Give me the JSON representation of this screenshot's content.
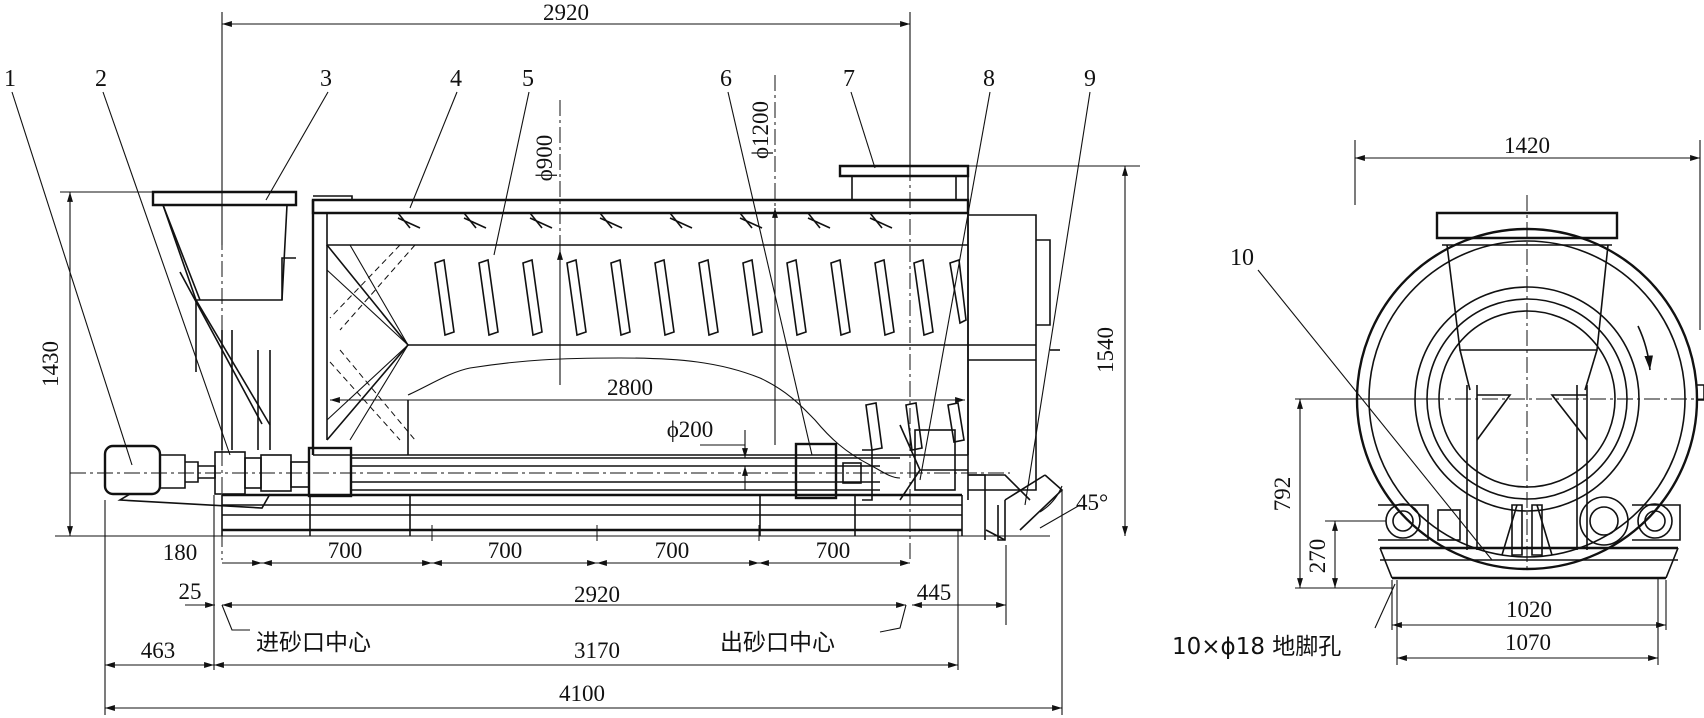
{
  "front_view": {
    "top_dim": "2920",
    "part_labels": [
      "1",
      "2",
      "3",
      "4",
      "5",
      "6",
      "7",
      "8",
      "9"
    ],
    "height_left": "1430",
    "height_right": "1540",
    "dia_inner": "ϕ900",
    "dia_outer": "ϕ1200",
    "inner_length": "2800",
    "dia_pipe": "ϕ200",
    "angle": "45°",
    "segments": [
      "700",
      "700",
      "700",
      "700"
    ],
    "seg_offset": "180",
    "offset_25": "25",
    "mid_2920": "2920",
    "offset_445": "445",
    "offset_463": "463",
    "len_3170": "3170",
    "total_4100": "4100",
    "inlet_center": "进砂口中心",
    "outlet_center": "出砂口中心"
  },
  "side_view": {
    "width_top": "1420",
    "part_label": "10",
    "h_792": "792",
    "h_270": "270",
    "w_1020": "1020",
    "w_1070": "1070",
    "anchor_holes": "10×ϕ18 地脚孔"
  }
}
